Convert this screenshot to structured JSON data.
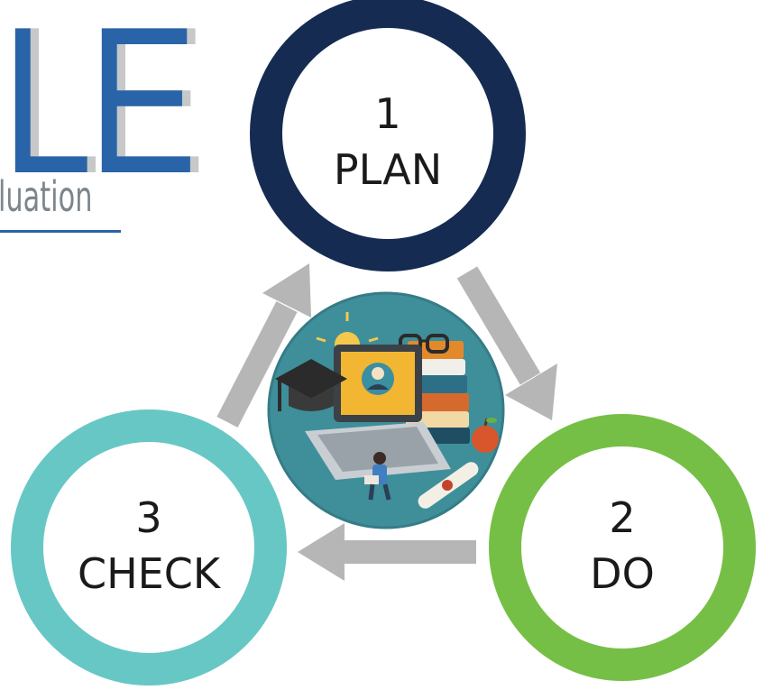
{
  "header": {
    "title": "LE",
    "subtitle": "luation"
  },
  "steps": [
    {
      "number": "1",
      "label": "PLAN",
      "color": "#152b52"
    },
    {
      "number": "2",
      "label": "DO",
      "color": "#76bf46"
    },
    {
      "number": "3",
      "label": "CHECK",
      "color": "#67c7c5"
    }
  ],
  "colors": {
    "arrow": "#b6b6b6",
    "title_blue": "#2a64a8",
    "illustration_bg": "#3e8f9a"
  },
  "illustration": {
    "icons": [
      "laptop-icon",
      "graduation-cap-icon",
      "books-icon",
      "glasses-icon",
      "lightbulb-icon",
      "apple-icon",
      "diploma-icon",
      "student-icon"
    ]
  }
}
